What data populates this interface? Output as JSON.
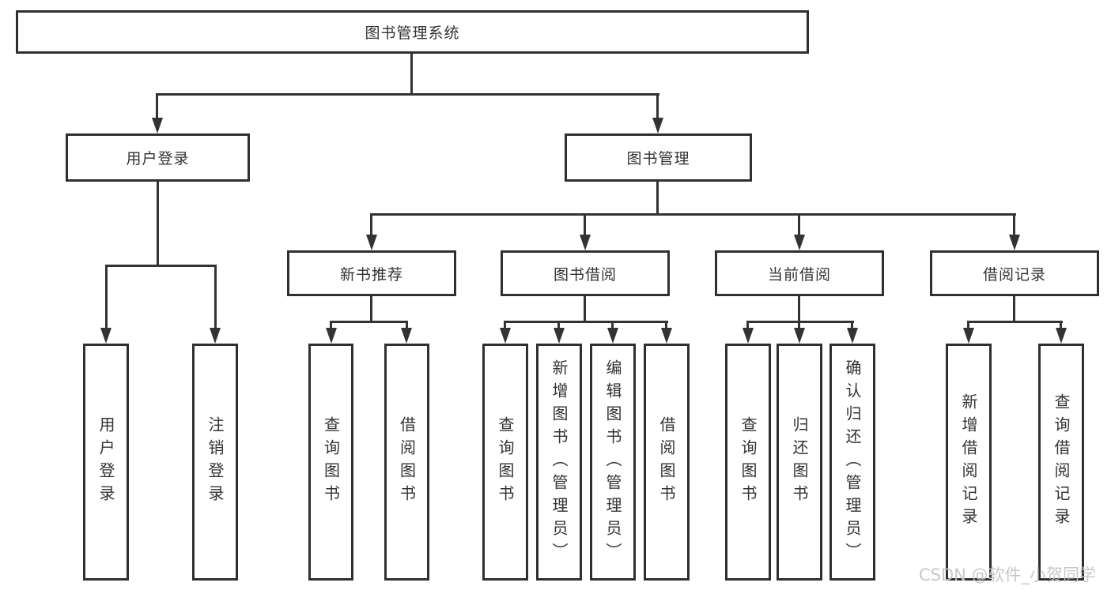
{
  "diagram_type": "hierarchy",
  "tree": {
    "label": "图书管理系统",
    "children": [
      {
        "label": "用户登录",
        "children": [
          {
            "label": "用户登录"
          },
          {
            "label": "注销登录"
          }
        ]
      },
      {
        "label": "图书管理",
        "children": [
          {
            "label": "新书推荐",
            "children": [
              {
                "label": "查询图书"
              },
              {
                "label": "借阅图书"
              }
            ]
          },
          {
            "label": "图书借阅",
            "children": [
              {
                "label": "查询图书"
              },
              {
                "label": "新增图书（管理员）"
              },
              {
                "label": "编辑图书（管理员）"
              },
              {
                "label": "借阅图书"
              }
            ]
          },
          {
            "label": "当前借阅",
            "children": [
              {
                "label": "查询图书"
              },
              {
                "label": "归还图书"
              },
              {
                "label": "确认归还（管理员）"
              }
            ]
          },
          {
            "label": "借阅记录",
            "children": [
              {
                "label": "新增借阅记录"
              },
              {
                "label": "查询借阅记录"
              }
            ]
          }
        ]
      }
    ]
  },
  "watermark": "CSDN @软件_小贺同学",
  "colors": {
    "line": "#333333",
    "box_border": "#2f2f2f",
    "text": "#333333",
    "watermark": "#c5c5c5",
    "background": "#ffffff"
  }
}
